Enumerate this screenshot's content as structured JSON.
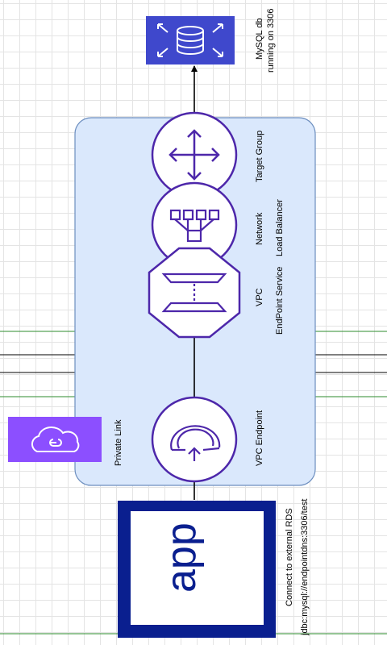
{
  "diagram": {
    "nodes": {
      "mysql_db": {
        "label_line1": "MySQL db",
        "label_line2": "running on 3306",
        "icon": "database-icon",
        "color": "#3f48cc"
      },
      "target_group": {
        "label": "Target Group",
        "icon": "target-group-icon",
        "color": "#4d27aa"
      },
      "network_lb": {
        "label_line1": "Network",
        "label_line2": "Load Balancer",
        "icon": "load-balancer-icon",
        "color": "#4d27aa"
      },
      "vpc_endpoint_service": {
        "label_line1": "VPC",
        "label_line2": "EndPoint Service",
        "icon": "endpoint-service-icon",
        "color": "#4d27aa"
      },
      "vpc_endpoint": {
        "label": "VPC Endpoint",
        "icon": "vpc-endpoint-icon",
        "color": "#4d27aa"
      },
      "private_link": {
        "label": "Private Link",
        "icon": "cloud-link-icon",
        "color": "#8c4fff"
      },
      "app": {
        "text": "app",
        "label_line1": "Connect to external RDS",
        "label_line2": "jdbc:mysql://endpointdns:3306/test",
        "color": "#0a1f8f"
      }
    },
    "group_fill": "#dae8fc",
    "group_stroke": "#6c8ebf",
    "edges": [
      "app → VPC Endpoint",
      "VPC Endpoint → VPC EndPoint Service",
      "VPC EndPoint Service → Network Load Balancer",
      "Network Load Balancer → Target Group",
      "Target Group → MySQL db"
    ]
  }
}
